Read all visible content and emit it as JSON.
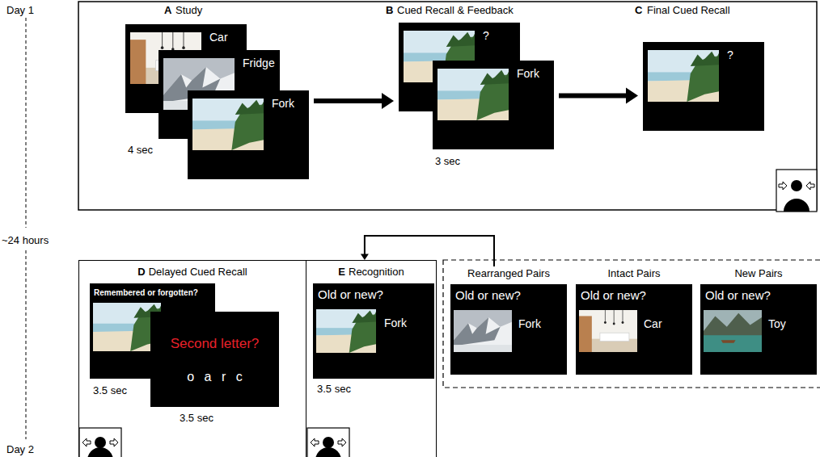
{
  "diagram": {
    "nodes": [
      {
        "text": [
          "Car"
        ]
      },
      {
        "text": [
          "Fridge"
        ]
      },
      {
        "text": [
          "Fork"
        ]
      },
      {
        "text": [
          "?"
        ]
      },
      {
        "text": [
          "Fork"
        ]
      },
      {
        "text": [
          "?"
        ]
      },
      {
        "text": [
          "D",
          "Delayed Cued Recall"
        ]
      },
      {
        "text": [
          "Remembered or forgotten?"
        ],
        "in": 6
      },
      {
        "text": [
          "Second letter?",
          "o a r c"
        ],
        "in": 6
      },
      {
        "text": [
          "E",
          "Recognition"
        ]
      },
      {
        "text": [
          "Old or new?",
          "Fork"
        ],
        "in": 9
      },
      {
        "text": [
          "Rearranged Pairs",
          "Old or new?",
          "Fork"
        ]
      },
      {
        "text": [
          "Intact Pairs",
          "Old or new?",
          "Car"
        ]
      },
      {
        "text": [
          "New Pairs",
          "Old or new?",
          "Toy"
        ]
      }
    ],
    "edges": [
      {
        "from": 2,
        "to": 3,
        "arrow": "to"
      },
      {
        "from": 4,
        "to": 5,
        "arrow": "to"
      },
      {
        "from": 11,
        "to": 9,
        "arrow": "to"
      }
    ],
    "labels": [
      "Day 1",
      "~24 hours",
      "Day 2",
      "A",
      "Study",
      "4 sec",
      "B",
      "Cued Recall & Feedback",
      "3 sec",
      "C",
      "Final Cued Recall",
      "3.5 sec",
      "3.5 sec",
      "3.5 sec"
    ]
  }
}
